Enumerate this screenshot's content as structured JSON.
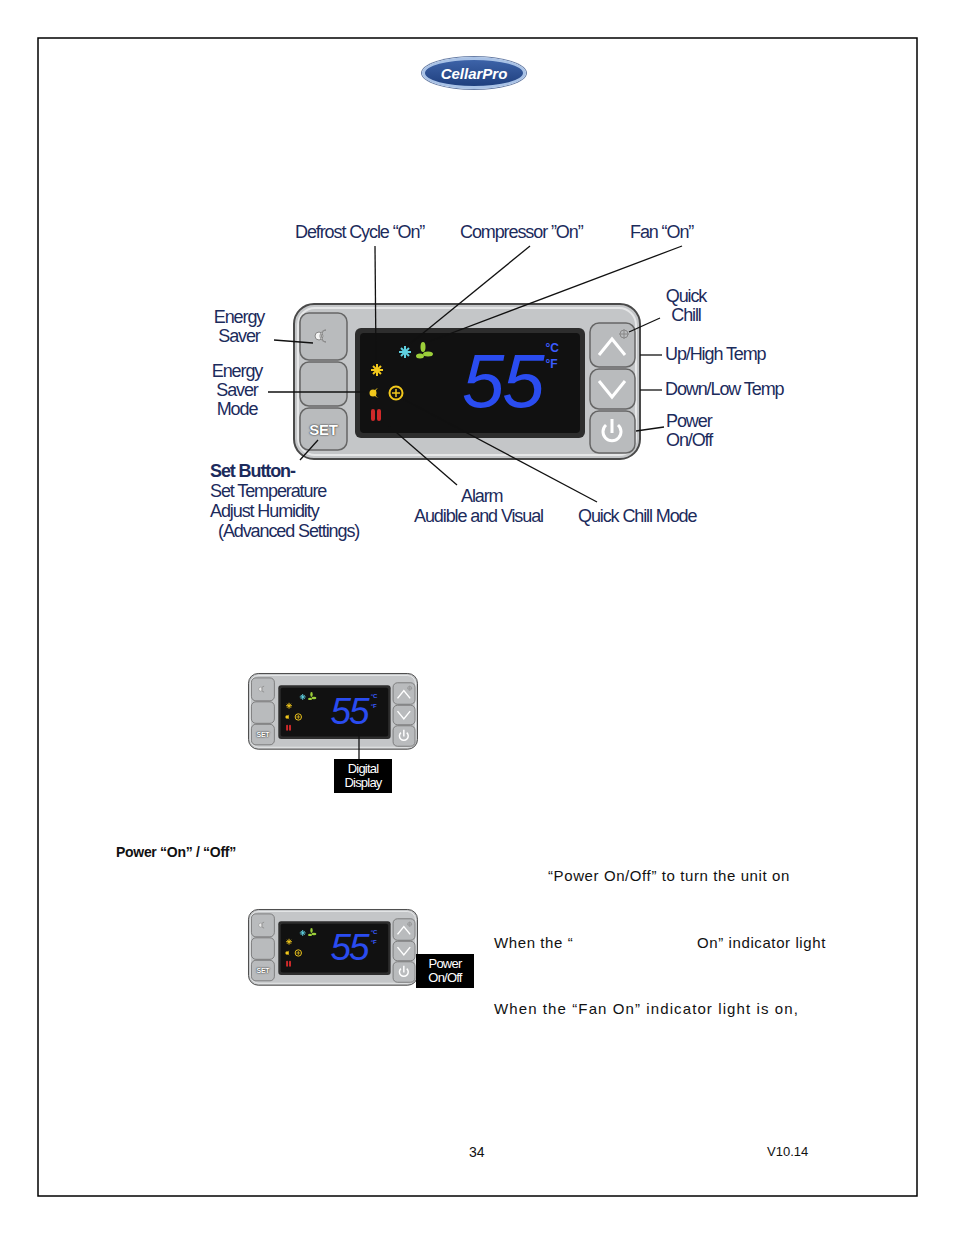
{
  "diagram": {
    "nodes": [
      {
        "text": [
          "CellarPro"
        ]
      },
      {
        "text": [
          "SET"
        ]
      },
      {
        "text": [
          "55",
          "°C",
          "°F"
        ]
      },
      {
        "text": [
          "55",
          "°C",
          "°F"
        ]
      },
      {
        "text": [
          "SET"
        ]
      },
      {
        "text": [
          "Digital Display"
        ]
      },
      {
        "text": [
          "55",
          "°C",
          "°F"
        ]
      },
      {
        "text": [
          "SET"
        ]
      },
      {
        "text": [
          "Power On/Off"
        ]
      }
    ],
    "labels": [
      "Defrost Cycle “On”",
      "Compressor ”On”",
      "Fan “On”",
      "Energy Saver",
      "Energy Saver Mode",
      "Set Button-",
      "Set Temperature",
      "Adjust Humidity",
      "(Advanced Settings)",
      "Quick Chill",
      "Up/High Temp",
      "Down/Low Temp",
      "Power On/Off",
      "Alarm",
      "Audible and Visual",
      "Quick Chill Mode",
      "Power “On” / “Off”",
      "“Power On/Off” to turn the unit on",
      "When the “",
      "On” indicator light",
      "When the “Fan On” indicator light is on,",
      "34",
      "V10.14"
    ]
  }
}
